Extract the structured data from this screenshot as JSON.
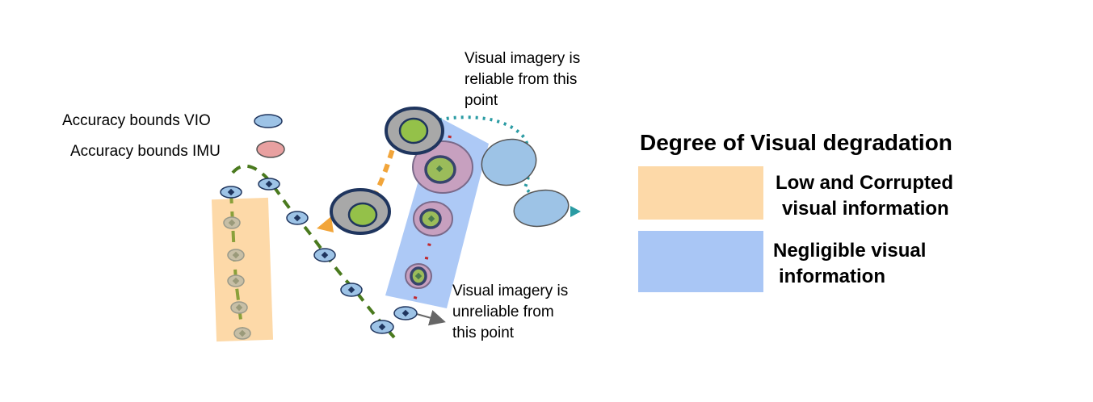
{
  "legend": {
    "vio_label": "Accuracy bounds VIO",
    "imu_label": "Accuracy bounds IMU",
    "vio_color": "#9dc3e6",
    "imu_color": "#e8a0a0"
  },
  "annotations": {
    "reliable": [
      "Visual imagery is",
      "reliable from this",
      "point"
    ],
    "unreliable": [
      "Visual imagery is",
      "unreliable from",
      "this point"
    ]
  },
  "degradation": {
    "title": "Degree of Visual degradation",
    "low": {
      "lines": [
        "Low and Corrupted",
        "visual information"
      ],
      "color": "#fdd9a8"
    },
    "negligible": {
      "lines": [
        "Negligible visual",
        "information"
      ],
      "color": "#a9c6f5"
    }
  },
  "colors": {
    "green_path": "#4a7a1e",
    "orange_path": "#f2a53a",
    "teal_path": "#2a9ba3",
    "red_path": "#c0282e",
    "olive_path": "#8aa03a",
    "dark_ring": "#1f355e",
    "green_fill": "#94c149"
  }
}
